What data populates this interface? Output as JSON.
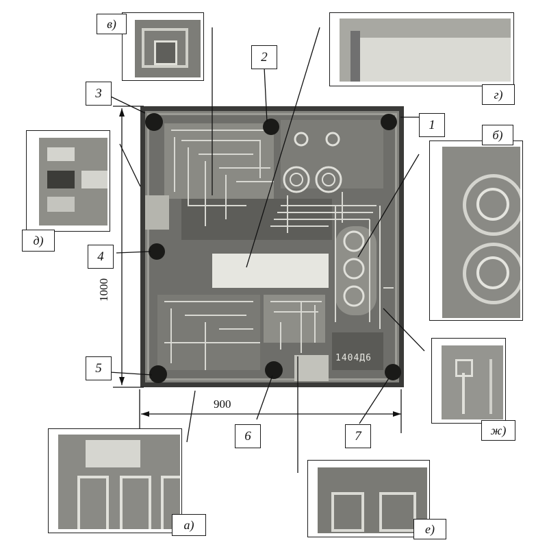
{
  "figure": {
    "inset_labels": {
      "a": "а)",
      "b": "б)",
      "v": "в)",
      "g": "г)",
      "d": "д)",
      "e": "е)",
      "zh": "ж)"
    },
    "callouts": [
      "1",
      "2",
      "3",
      "4",
      "5",
      "6",
      "7"
    ],
    "dimensions": {
      "width": "900",
      "height": "1000"
    },
    "chip_marking": "1404Д6"
  }
}
